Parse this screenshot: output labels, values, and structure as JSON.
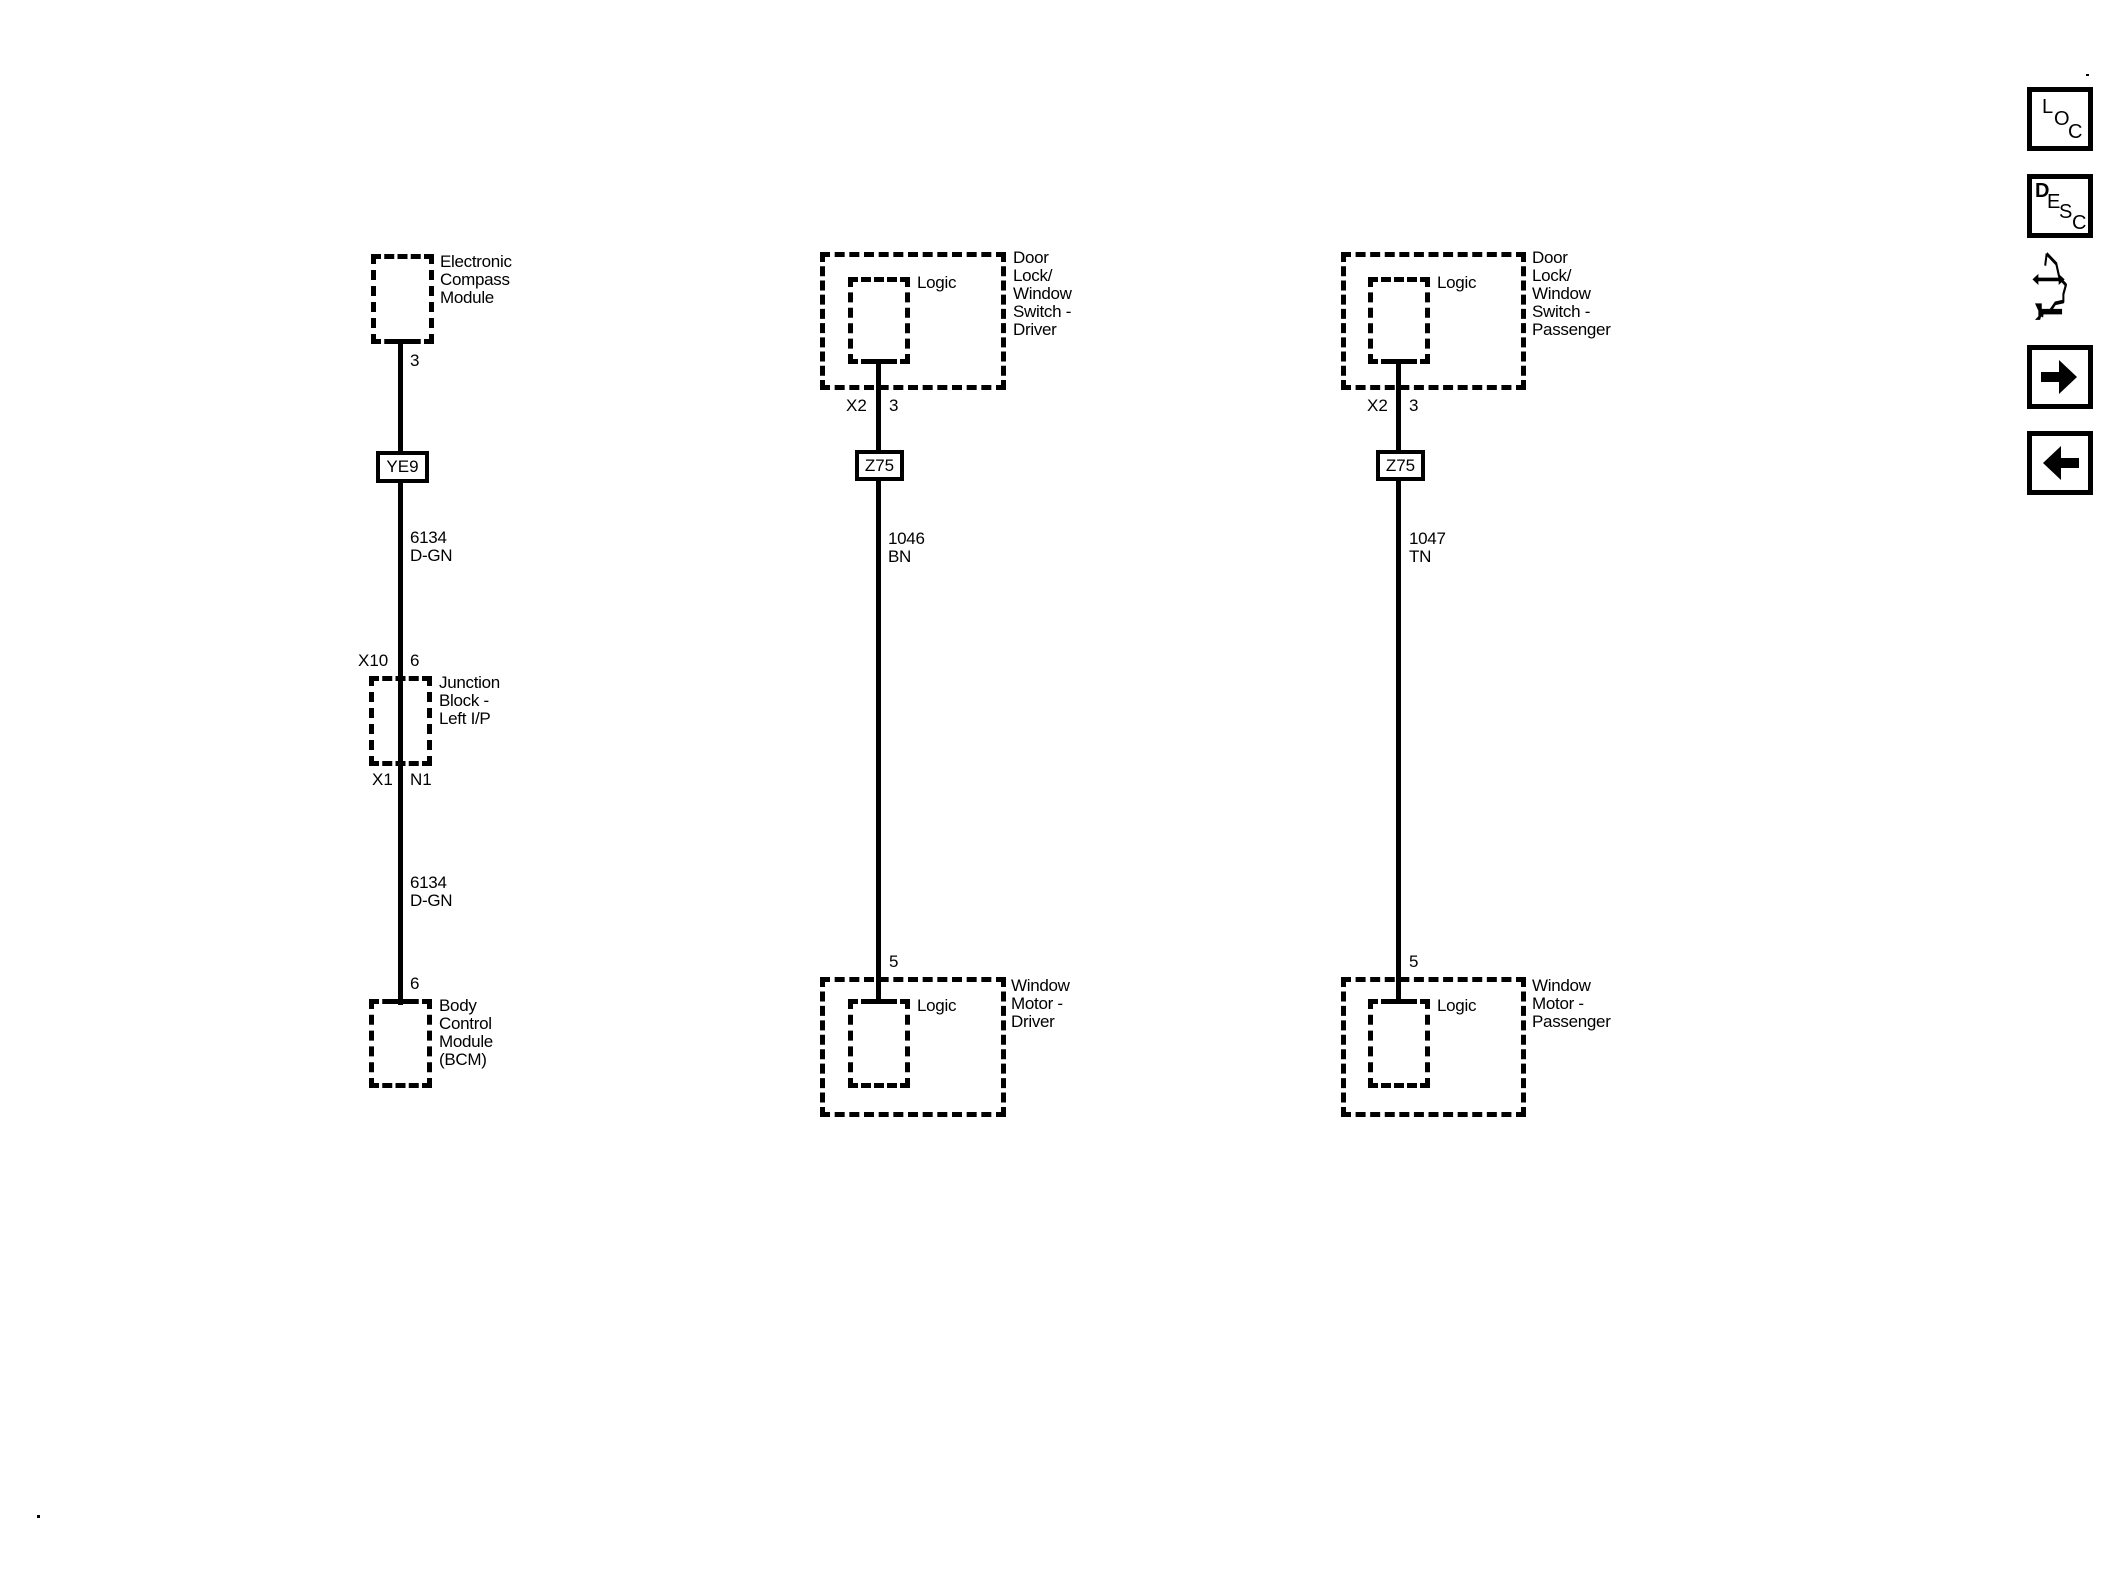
{
  "nav_icons": {
    "loc": {
      "letters": [
        "L",
        "O",
        "C"
      ],
      "name": "Component Locator"
    },
    "desc": {
      "letters": [
        "D",
        "E",
        "S",
        "C"
      ],
      "name": "Description"
    },
    "diag": {
      "name": "Diagnostics / Repair"
    },
    "next": {
      "name": "Next"
    },
    "prev": {
      "name": "Previous"
    }
  },
  "circuits": [
    {
      "id": "compass-bcm",
      "top_component": {
        "label": "Electronic\nCompass\nModule",
        "pin": "3"
      },
      "splice": "YE9",
      "wire1": {
        "number": "6134",
        "color": "D-GN"
      },
      "junction": {
        "label": "Junction\nBlock -\nLeft I/P",
        "top_connector": "X10",
        "top_pin": "6",
        "bottom_connector": "X1",
        "bottom_pin": "N1"
      },
      "wire2": {
        "number": "6134",
        "color": "D-GN"
      },
      "bottom_component": {
        "label": "Body\nControl\nModule\n(BCM)",
        "pin": "6"
      }
    },
    {
      "id": "driver",
      "top_component": {
        "label": "Door\nLock/\nWindow\nSwitch -\nDriver",
        "inner_label": "Logic",
        "connector": "X2",
        "pin": "3"
      },
      "splice": "Z75",
      "wire1": {
        "number": "1046",
        "color": "BN"
      },
      "bottom_component": {
        "label": "Window\nMotor -\nDriver",
        "inner_label": "Logic",
        "pin": "5"
      }
    },
    {
      "id": "passenger",
      "top_component": {
        "label": "Door\nLock/\nWindow\nSwitch -\nPassenger",
        "inner_label": "Logic",
        "connector": "X2",
        "pin": "3"
      },
      "splice": "Z75",
      "wire1": {
        "number": "1047",
        "color": "TN"
      },
      "bottom_component": {
        "label": "Window\nMotor -\nPassenger",
        "inner_label": "Logic",
        "pin": "5"
      }
    }
  ]
}
